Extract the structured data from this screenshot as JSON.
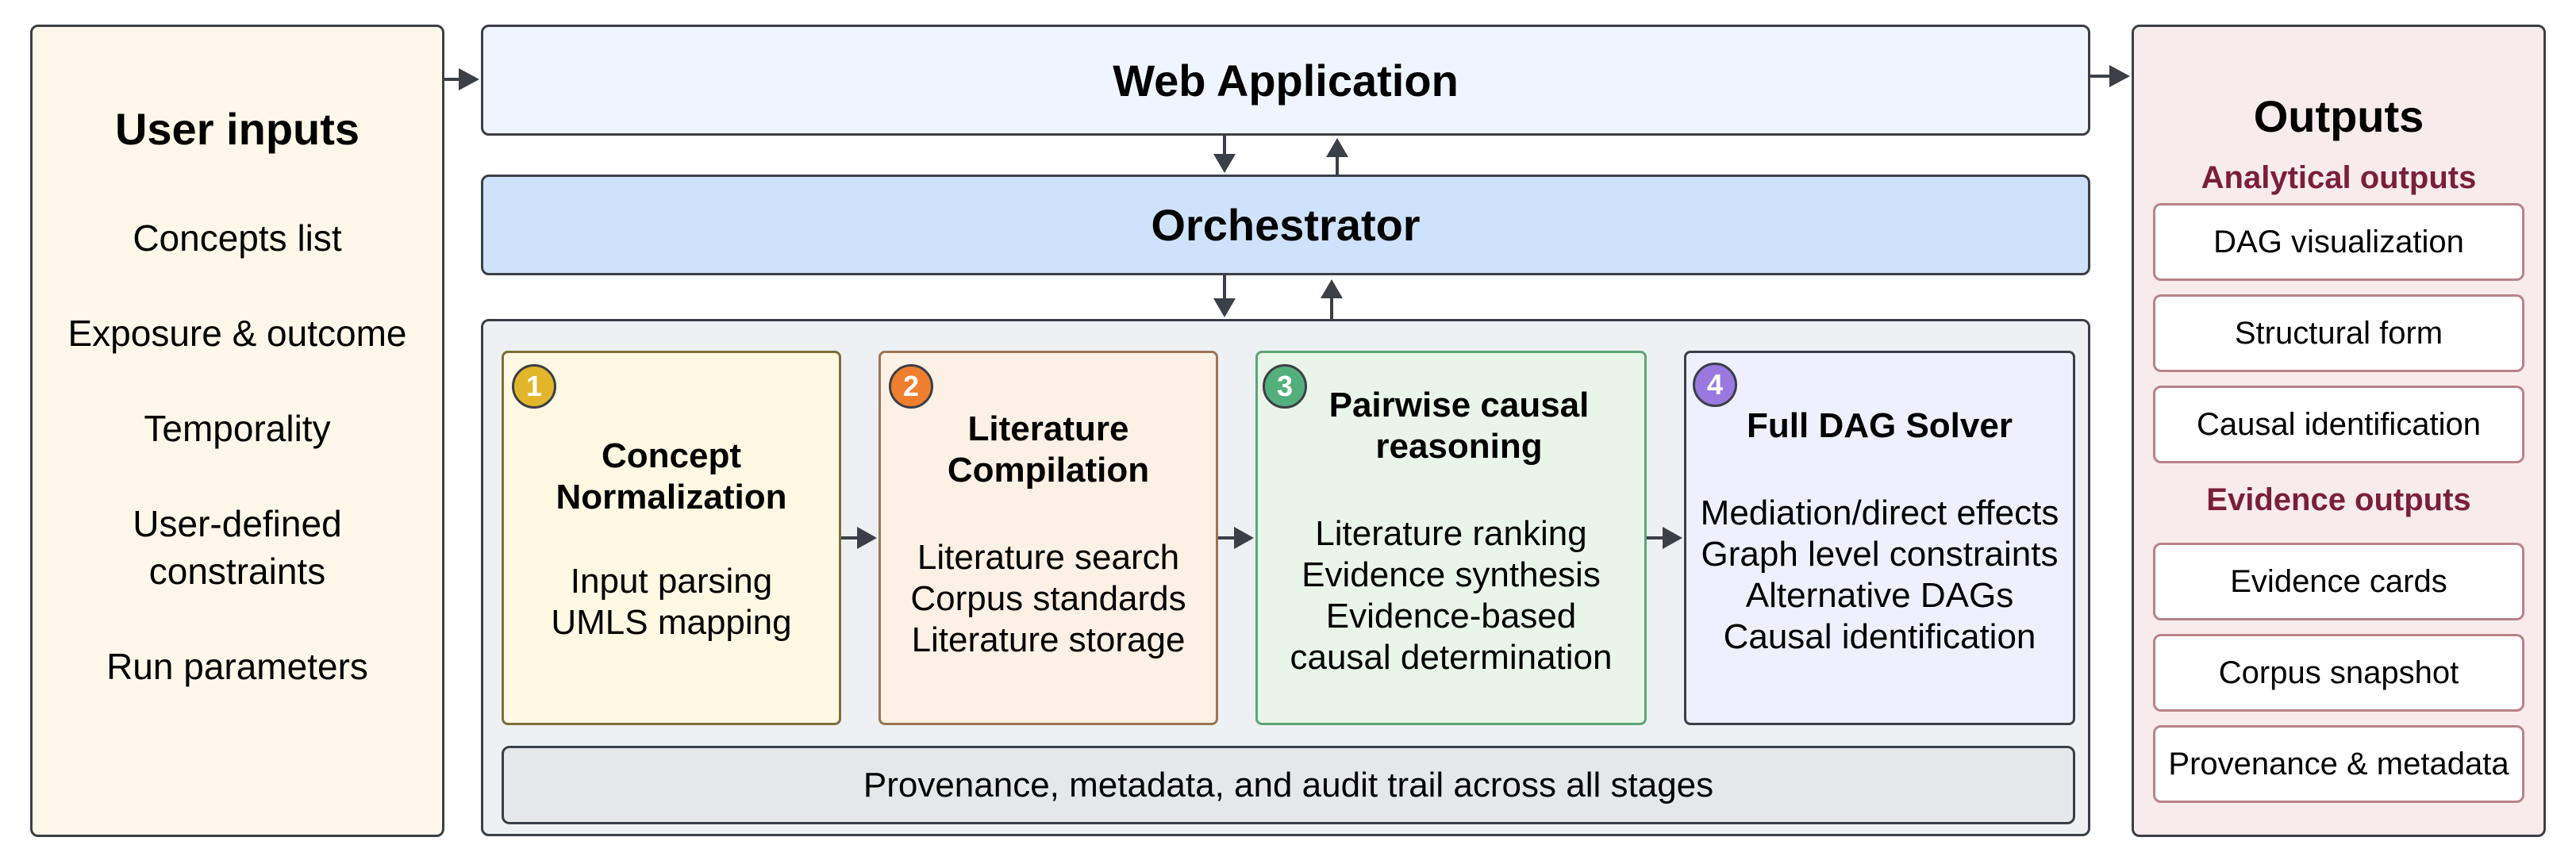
{
  "inputs": {
    "title": "User inputs",
    "items": [
      "Concepts list",
      "Exposure & outcome",
      "Temporality",
      "User-defined constraints",
      "Run parameters"
    ]
  },
  "webapp": {
    "label": "Web Application"
  },
  "orchestrator": {
    "label": "Orchestrator"
  },
  "stages": [
    {
      "number": "1",
      "title": "Concept Normalization",
      "lines": [
        "Input parsing",
        "UMLS mapping"
      ],
      "color": "#e2b52a"
    },
    {
      "number": "2",
      "title": "Literature Compilation",
      "lines": [
        "Literature search",
        "Corpus standards",
        "Literature storage"
      ],
      "color": "#ef7f2f"
    },
    {
      "number": "3",
      "title": "Pairwise causal reasoning",
      "lines": [
        "Literature ranking",
        "Evidence synthesis",
        "Evidence-based",
        "causal determination"
      ],
      "color": "#53b07d"
    },
    {
      "number": "4",
      "title": "Full DAG Solver",
      "lines": [
        "Mediation/direct effects",
        "Graph level constraints",
        "Alternative DAGs",
        "Causal identification"
      ],
      "color": "#9a78e0"
    }
  ],
  "provenance": {
    "label": "Provenance, metadata, and audit trail across all stages"
  },
  "outputs": {
    "title": "Outputs",
    "analytical_heading": "Analytical outputs",
    "analytical_items": [
      "DAG visualization",
      "Structural form",
      "Causal identification"
    ],
    "evidence_heading": "Evidence outputs",
    "evidence_items": [
      "Evidence cards",
      "Corpus snapshot",
      "Provenance & metadata"
    ]
  }
}
